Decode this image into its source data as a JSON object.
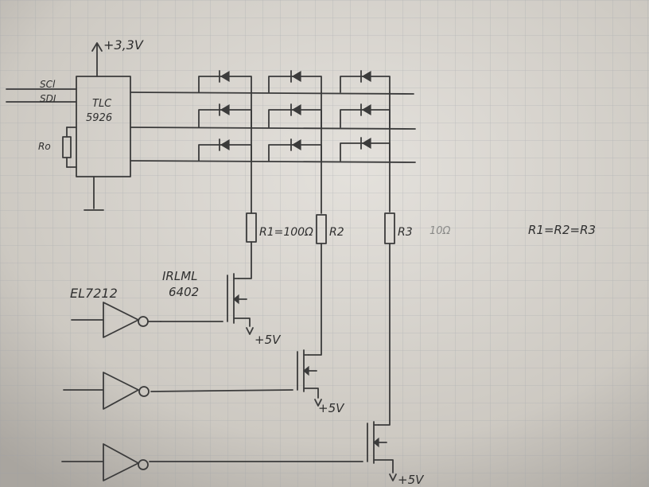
{
  "supply_top": "+3,3V",
  "driver": {
    "line1": "TLC",
    "line2": "5926",
    "pin_sclk": "SCl",
    "pin_sdi": "SDI",
    "rset_label": "Ro"
  },
  "resistors": {
    "r1": "R1=100Ω",
    "r2": "R2",
    "r3": "R3",
    "relation": "R1=R2=R3",
    "faint_note": "10Ω"
  },
  "mosfet": {
    "line1": "IRLML",
    "line2": "6402"
  },
  "inverter": {
    "label": "EL7212"
  },
  "supplies": {
    "s1": "+5V",
    "s2": "+5V",
    "s3": "+5V"
  }
}
